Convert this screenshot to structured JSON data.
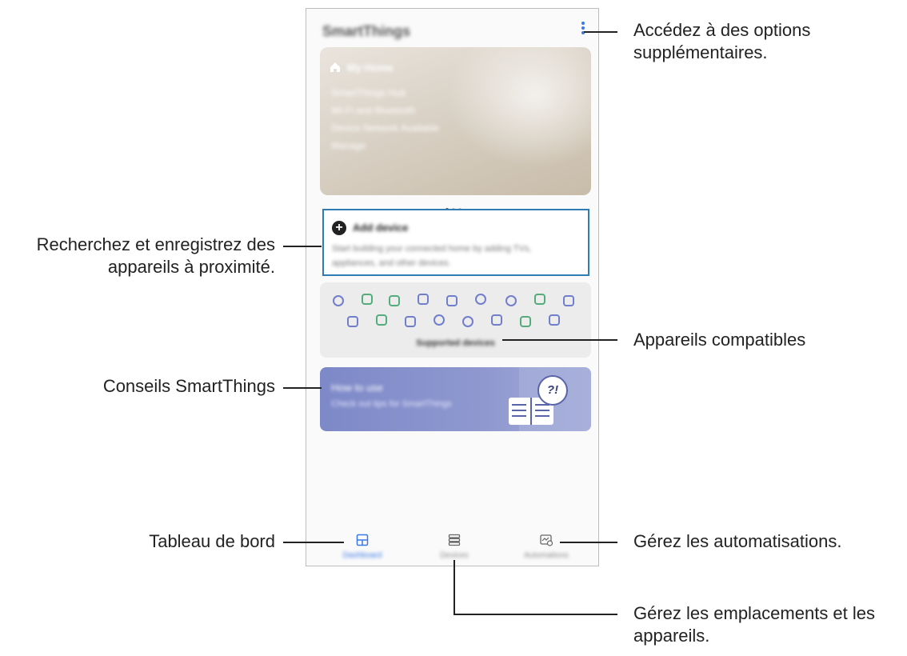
{
  "annotations": {
    "options_line1": "Accédez à des options",
    "options_line2": "supplémentaires.",
    "search_line1": "Recherchez et enregistrez des",
    "search_line2": "appareils à proximité.",
    "compatible": "Appareils compatibles",
    "tips": "Conseils SmartThings",
    "dashboard": "Tableau de bord",
    "automations": "Gérez les automatisations.",
    "locations_line1": "Gérez les emplacements et les",
    "locations_line2": "appareils."
  },
  "app": {
    "title": "SmartThings",
    "home_card": {
      "title": "My Home",
      "lines": [
        "SmartThings Hub",
        "Wi-Fi and Bluetooth",
        "Device Network Available",
        "Manage"
      ]
    },
    "add_device": {
      "title": "Add device",
      "desc_line1": "Start building your connected home by adding TVs,",
      "desc_line2": "appliances, and other devices."
    },
    "supported_devices_label": "Supported devices",
    "tips_card": {
      "title": "How to use",
      "subtitle": "Check out tips for SmartThings",
      "bubble": "?!"
    },
    "nav": [
      {
        "label": "Dashboard"
      },
      {
        "label": "Devices"
      },
      {
        "label": "Automations"
      }
    ]
  },
  "colors": {
    "highlight": "#2f7cb4",
    "accent_blue": "#3b78e7",
    "tips_bg": "#7d89c8"
  }
}
